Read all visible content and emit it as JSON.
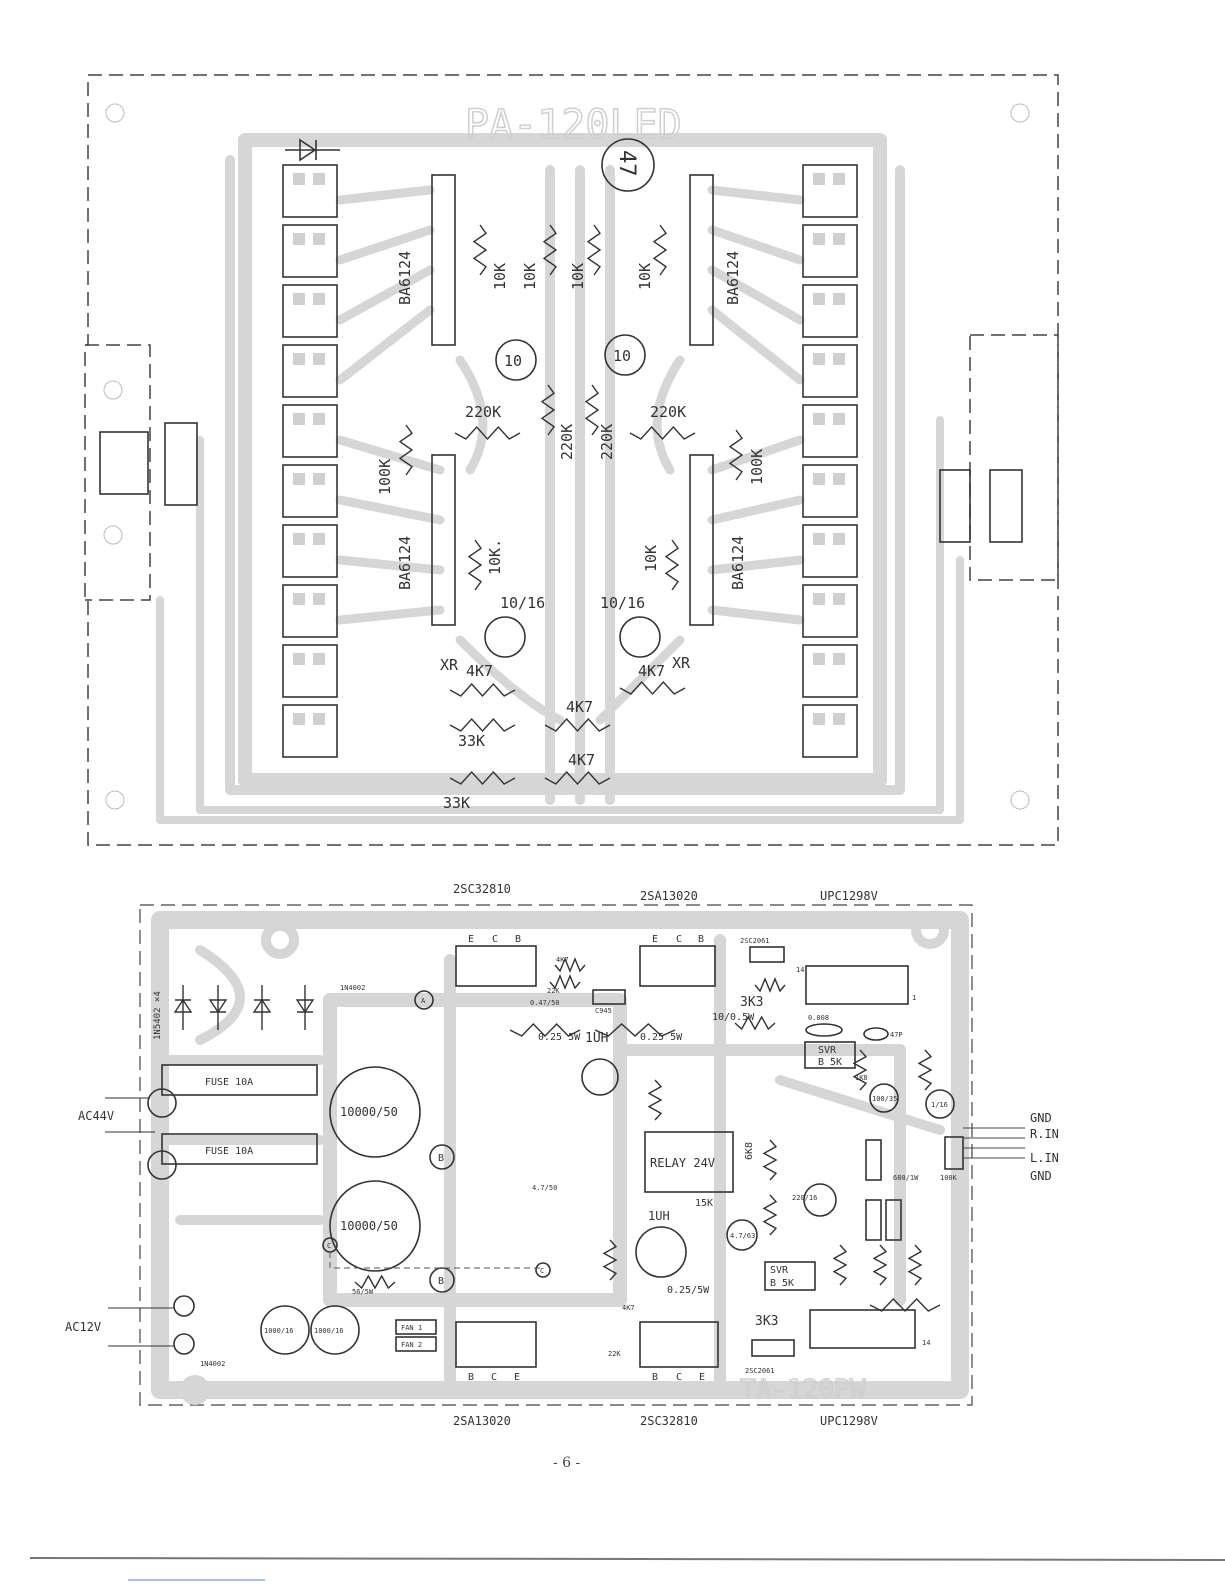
{
  "top_board": {
    "title": "PA-120LED",
    "ic_label": "BA6124",
    "cap_top": "47",
    "cap_10": "10",
    "r_10k": "10K",
    "r_10k_dot": "10K.",
    "r_220k": "220K",
    "r_100k": "100K",
    "cap_10_16": "10/16",
    "xr": "XR",
    "r_4k7": "4K7",
    "r_33k": "33K"
  },
  "bottom_board": {
    "top_parts": [
      "2SC32810",
      "2SA13020",
      "UPC1298V"
    ],
    "bottom_parts": [
      "2SA13020",
      "2SC32810",
      "UPC1298V"
    ],
    "watermark": "TA-120PW",
    "pins_ecb": [
      "E",
      "C",
      "B"
    ],
    "pins_bce": [
      "B",
      "C",
      "E"
    ],
    "diodes_label": "1N5402 ×4",
    "diode_1n4002": "1N4002",
    "fuse": "FUSE 10A",
    "main_cap": "10000/50",
    "ac44": "AC44V",
    "ac12": "AC12V",
    "inputs": [
      "GND",
      "R.IN",
      "L.IN",
      "GND"
    ],
    "relay": "RELAY 24V",
    "coil": "1UH",
    "r_025_5w": "0.25 5W",
    "r_025_slash": "0.25/5W",
    "svr": "SVR",
    "svr_val": "B 5K",
    "r_3k3": "3K3",
    "r_10_05w": "10/0.5W",
    "cap_0008": "0.008",
    "cap_47p": "47P",
    "t_2sc2061": "2SC2061",
    "r_15k": "15K",
    "r_6k8": "6K8",
    "cap_4763": "4.7/63",
    "fan1": "FAN 1",
    "fan2": "FAN 2",
    "r_56_5w": "56/5W",
    "cap_1000_16": "1000/16",
    "r_4k7": "4K7",
    "r_22k": "22K",
    "cap_047_50": "0.47/50",
    "c945": "C945",
    "r_1k8": "1K8",
    "cap_100_35": "100/35",
    "cap_1_16": "1/16",
    "r_680_1w": "680/1W",
    "cap_220_16": "220/16",
    "r_100k": "100K",
    "cap_47_50": "4.7/50",
    "pt_a": "A",
    "pt_b": "B",
    "pt_c": "C",
    "pin_14": "14",
    "pin_1": "1"
  },
  "footer": {
    "page_number": "- 6 -"
  }
}
